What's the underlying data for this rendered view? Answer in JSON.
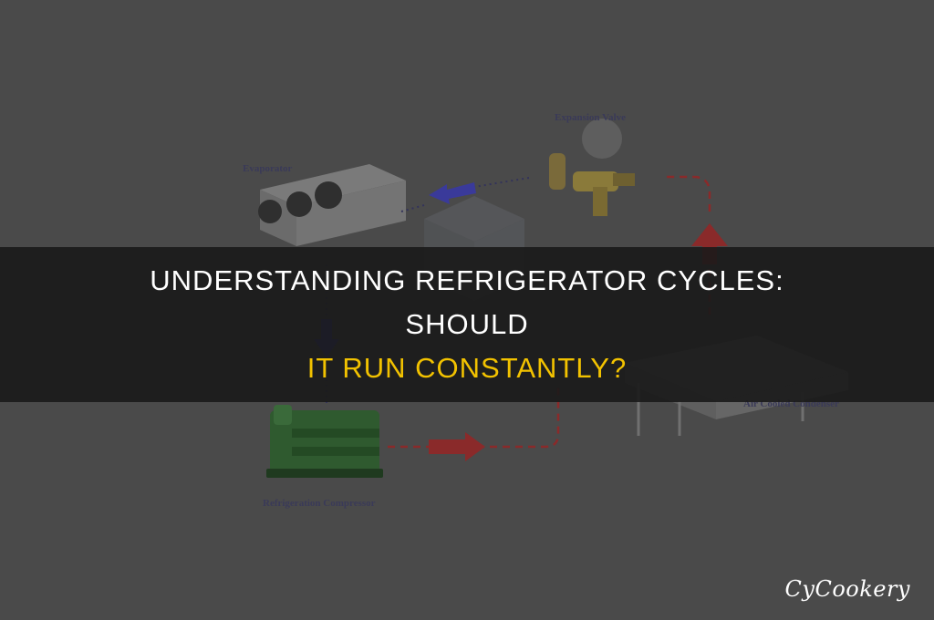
{
  "diagram": {
    "labels": {
      "expansion_valve": "Expansion Valve",
      "evaporator": "Evaporator",
      "compressor": "Refrigeration Compressor",
      "condenser": "Air Cooled Condenser"
    }
  },
  "banner": {
    "title_line1": "UNDERSTANDING REFRIGERATOR CYCLES: SHOULD",
    "title_line2": "IT RUN CONSTANTLY?"
  },
  "brand": {
    "name": "CyCookery"
  },
  "colors": {
    "background": "#4a4a4a",
    "banner": "#1a1a1a",
    "title_primary": "#ffffff",
    "title_accent": "#f2c200",
    "flow_red": "#8a2a2a",
    "flow_blue": "#3a3a9a"
  }
}
